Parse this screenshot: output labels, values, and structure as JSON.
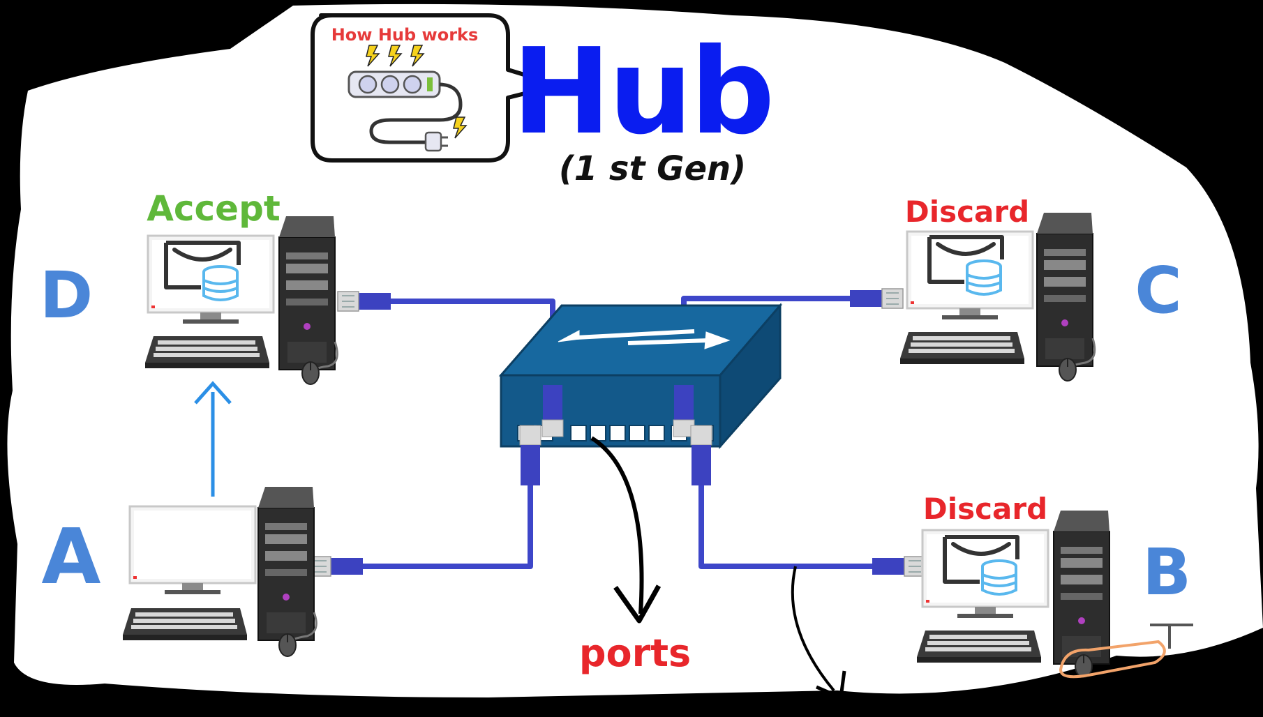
{
  "bubble": {
    "caption": "How Hub works"
  },
  "title": {
    "main": "Hub",
    "sub": "(1 st Gen)"
  },
  "computers": [
    {
      "id": "D",
      "letter": "D",
      "status": "Accept"
    },
    {
      "id": "C",
      "letter": "C",
      "status": "Discard"
    },
    {
      "id": "A",
      "letter": "A",
      "status": ""
    },
    {
      "id": "B",
      "letter": "B",
      "status": "Discard"
    }
  ],
  "hub_label": "ports",
  "colors": {
    "accept": "#5fb83a",
    "discard": "#e8262b",
    "letter": "#4a86d8",
    "title": "#0a1df0",
    "cable": "#3d46c9",
    "hub": "#13598a",
    "arrow": "#2b8fe6",
    "bubble_caption": "#e63a3a"
  },
  "icons": [
    "bolt-icon",
    "power-strip-icon",
    "plug-icon",
    "mail-database-icon",
    "rj45-connector-icon",
    "bidirectional-arrow-icon",
    "up-arrow-icon",
    "curved-arrow-icon"
  ]
}
